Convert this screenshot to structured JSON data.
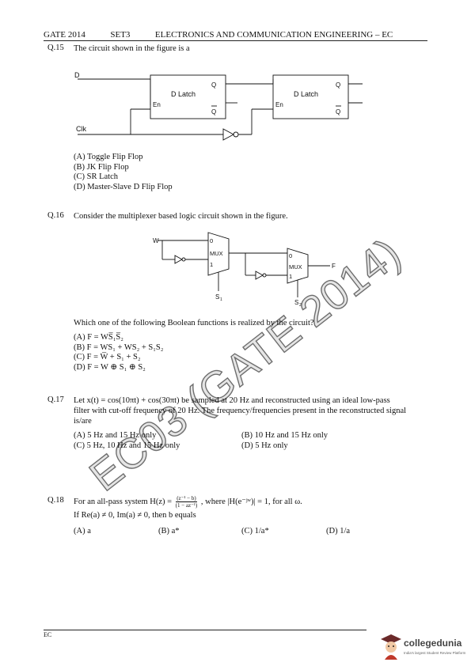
{
  "header": {
    "exam": "GATE 2014",
    "set": "SET3",
    "paper": "ELECTRONICS AND COMMUNICATION ENGINEERING – EC"
  },
  "q15": {
    "number": "Q.15",
    "text": "The circuit shown in the figure is a",
    "circuit": {
      "input_d": "D",
      "clk": "Clk",
      "latch1_title": "D Latch",
      "latch2_title": "D Latch",
      "q": "Q",
      "qbar": "Q",
      "en": "En"
    },
    "options": [
      "(A) Toggle Flip Flop",
      "(B) JK Flip Flop",
      "(C) SR Latch",
      "(D) Master-Slave D Flip Flop"
    ]
  },
  "q16": {
    "number": "Q.16",
    "text": "Consider the multiplexer based logic circuit shown in the figure.",
    "circuit": {
      "w": "W",
      "mux": "MUX",
      "in0": "0",
      "in1": "1",
      "s1": "S",
      "s1_sub": "1",
      "s2": "S",
      "s2_sub": "2",
      "f": "F"
    },
    "question": "Which one of the following Boolean functions is realized by the circuit?",
    "options": [
      "(A) F = WS̅₁S̅₂",
      "(B) F = WS₁ + WS₂ + S₁S₂",
      "(C) F = W̅ + S₁ + S₂",
      "(D) F = W ⊕ S₁ ⊕ S₂"
    ]
  },
  "q17": {
    "number": "Q.17",
    "text_line1": "Let x(t) = cos(10πt) + cos(30πt) be sampled at 20 Hz and reconstructed using an ideal low-pass",
    "text_line2": "filter with cut-off frequency of 20 Hz. The frequency/frequencies present in the reconstructed signal",
    "text_line3": "is/are",
    "options": [
      "(A) 5 Hz and 15 Hz only",
      "(B) 10 Hz and 15 Hz only",
      "(C) 5 Hz, 10 Hz and 15 Hz only",
      "(D) 5 Hz only"
    ]
  },
  "q18": {
    "number": "Q.18",
    "text_pre": "For an all-pass system H(z) =",
    "frac_num": "(z⁻¹ − b)",
    "frac_den": "(1 − az⁻¹)",
    "text_post": ", where |H(e⁻ʲʷ)| = 1, for all ω.",
    "line2": "If Re(a) ≠ 0, Im(a) ≠ 0, then b equals",
    "options": [
      "(A) a",
      "(B) a*",
      "(C) 1/a*",
      "(D) 1/a"
    ]
  },
  "watermark": "EC03 (GATE 2014)",
  "footer": "EC",
  "logo": {
    "name": "collegedunia",
    "tagline": "India's largest Student Review Platform"
  }
}
